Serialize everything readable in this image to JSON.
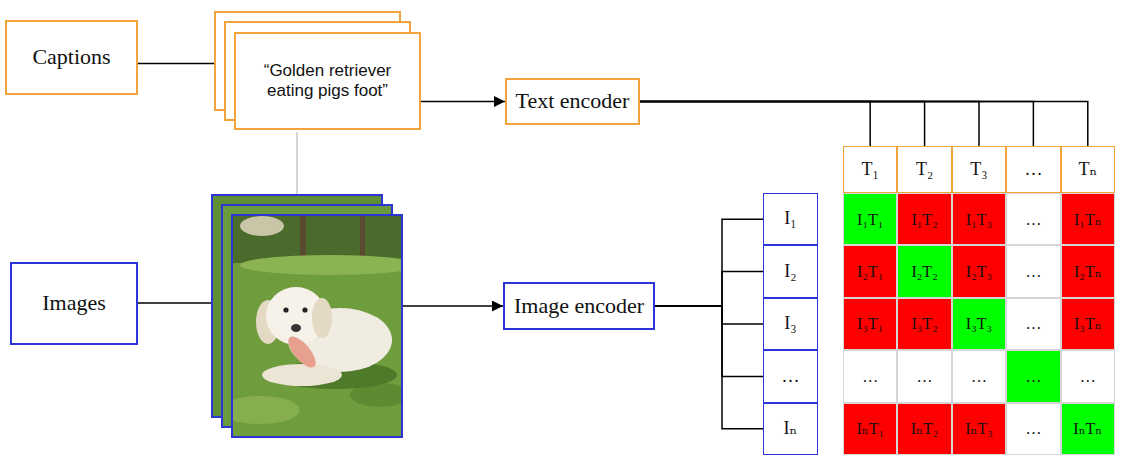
{
  "diagram": {
    "nodes": [
      {
        "text": [
          "Captions"
        ]
      },
      {
        "text": [
          "“Golden retriever eating pigs foot”"
        ]
      },
      {
        "text": [
          "Text encoder"
        ]
      },
      {
        "text": [
          "T₁"
        ]
      },
      {
        "text": [
          "T₂"
        ]
      },
      {
        "text": [
          "T₃"
        ]
      },
      {
        "text": [
          "…"
        ]
      },
      {
        "text": [
          "Tₙ"
        ]
      },
      {
        "text": [
          "Images"
        ]
      },
      {
        "text": [
          "Image encoder"
        ]
      },
      {
        "text": [
          "I₁"
        ]
      },
      {
        "text": [
          "I₂"
        ]
      },
      {
        "text": [
          "I₃"
        ]
      },
      {
        "text": [
          "…"
        ]
      },
      {
        "text": [
          "Iₙ"
        ]
      },
      {
        "text": [
          "I₁T₁"
        ]
      },
      {
        "text": [
          "I₁T₂"
        ]
      },
      {
        "text": [
          "I₁T₃"
        ]
      },
      {
        "text": [
          "…"
        ]
      },
      {
        "text": [
          "I₁Tₙ"
        ]
      },
      {
        "text": [
          "I₂T₁"
        ]
      },
      {
        "text": [
          "I₂T₂"
        ]
      },
      {
        "text": [
          "I₂T₃"
        ]
      },
      {
        "text": [
          "…"
        ]
      },
      {
        "text": [
          "I₂Tₙ"
        ]
      },
      {
        "text": [
          "I₃T₁"
        ]
      },
      {
        "text": [
          "I₃T₂"
        ]
      },
      {
        "text": [
          "I₃T₃"
        ]
      },
      {
        "text": [
          "…"
        ]
      },
      {
        "text": [
          "I₃Tₙ"
        ]
      },
      {
        "text": [
          "…"
        ]
      },
      {
        "text": [
          "…"
        ]
      },
      {
        "text": [
          "…"
        ]
      },
      {
        "text": [
          "…"
        ]
      },
      {
        "text": [
          "…"
        ]
      },
      {
        "text": [
          "IₙT₁"
        ]
      },
      {
        "text": [
          "IₙT₂"
        ]
      },
      {
        "text": [
          "IₙT₃"
        ]
      },
      {
        "text": [
          "…"
        ]
      },
      {
        "text": [
          "IₙTₙ"
        ]
      }
    ],
    "edges": [
      {
        "from": 0,
        "to": 1,
        "arrow": "none"
      },
      {
        "from": 1,
        "to": 2,
        "arrow": "to"
      },
      {
        "from": 2,
        "to": 3,
        "arrow": "none"
      },
      {
        "from": 2,
        "to": 4,
        "arrow": "none"
      },
      {
        "from": 2,
        "to": 5,
        "arrow": "none"
      },
      {
        "from": 2,
        "to": 6,
        "arrow": "none"
      },
      {
        "from": 2,
        "to": 7,
        "arrow": "none"
      },
      {
        "from": 9,
        "to": 10,
        "arrow": "none"
      },
      {
        "from": 9,
        "to": 11,
        "arrow": "none"
      },
      {
        "from": 9,
        "to": 12,
        "arrow": "none"
      },
      {
        "from": 9,
        "to": 13,
        "arrow": "none"
      },
      {
        "from": 9,
        "to": 14,
        "arrow": "none"
      }
    ]
  }
}
